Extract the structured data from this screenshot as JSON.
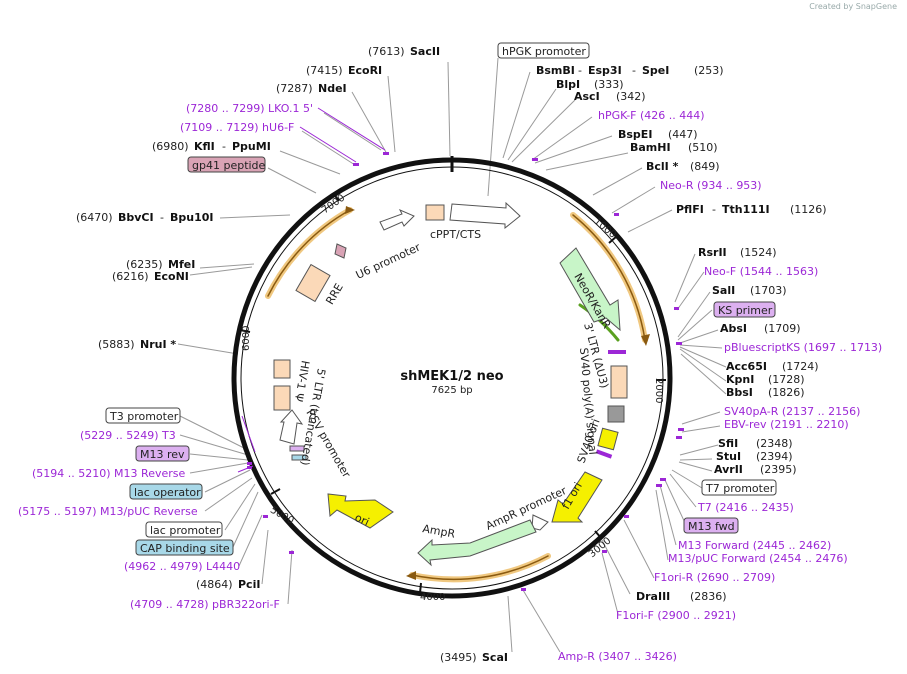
{
  "app": {
    "created_by": "Created by",
    "brand": "SnapGene"
  },
  "plasmid": {
    "name": "shMEK1/2 neo",
    "length": "7625 bp"
  },
  "ticks": [
    "1000",
    "2000",
    "3000",
    "4000",
    "5000",
    "6000",
    "7000"
  ],
  "sites": {
    "sacII": {
      "pos": "(7613)",
      "name": "SacII"
    },
    "ecoRI": {
      "pos": "(7415)",
      "name": "EcoRI"
    },
    "ndeI": {
      "pos": "(7287)",
      "name": "NdeI"
    },
    "lko": {
      "text": "(7280 .. 7299)  LKO.1 5'"
    },
    "hu6f": {
      "text": "(7109 .. 7129)  hU6-F"
    },
    "kflI": {
      "pos": "(6980)",
      "name": "KflI",
      "name2": "PpuMI"
    },
    "bbvCI": {
      "pos": "(6470)",
      "name": "BbvCI",
      "name2": "Bpu10I"
    },
    "mfeI": {
      "pos": "(6235)",
      "name": "MfeI"
    },
    "ecoNI": {
      "pos": "(6216)",
      "name": "EcoNI"
    },
    "nruI": {
      "pos": "(5883)",
      "name": "NruI *"
    },
    "t3": {
      "text": "(5229 .. 5249)  T3"
    },
    "m13rev": {
      "text": "(5194 .. 5210)  M13 Reverse"
    },
    "m13puc": {
      "text": "(5175 .. 5197)  M13/pUC Reverse"
    },
    "l4440": {
      "text": "(4962 .. 4979)  L4440"
    },
    "pciI": {
      "pos": "(4864)",
      "name": "PciI"
    },
    "pbr": {
      "text": "(4709 .. 4728)  pBR322ori-F"
    },
    "scaI": {
      "pos": "(3495)",
      "name": "ScaI"
    },
    "ampr": {
      "text": "Amp-R    (3407 .. 3426)"
    },
    "bsmBI": {
      "name": "BsmBI",
      "name2": "Esp3I",
      "name3": "SpeI",
      "pos": "(253)"
    },
    "blpI": {
      "name": "BlpI",
      "pos": "(333)"
    },
    "ascI": {
      "name": "AscI",
      "pos": "(342)"
    },
    "hpgkf": {
      "text": "hPGK-F    (426 .. 444)"
    },
    "bspEI": {
      "name": "BspEI",
      "pos": "(447)"
    },
    "bamHI": {
      "name": "BamHI",
      "pos": "(510)"
    },
    "bclI": {
      "name": "BclI *",
      "pos": "(849)"
    },
    "neor": {
      "text": "Neo-R    (934 .. 953)"
    },
    "pflFI": {
      "name": "PflFI",
      "name2": "Tth111I",
      "pos": "(1126)"
    },
    "rsrII": {
      "name": "RsrII",
      "pos": "(1524)"
    },
    "neof": {
      "text": "Neo-F    (1544 .. 1563)"
    },
    "salI": {
      "name": "SalI",
      "pos": "(1703)"
    },
    "absI": {
      "name": "AbsI",
      "pos": "(1709)"
    },
    "pblue": {
      "text": "pBluescriptKS    (1697 .. 1713)"
    },
    "acc65I": {
      "name": "Acc65I",
      "pos": "(1724)"
    },
    "kpnI": {
      "name": "KpnI",
      "pos": "(1728)"
    },
    "bbsI": {
      "name": "BbsI",
      "pos": "(1826)"
    },
    "sv40pa": {
      "text": "SV40pA-R    (2137 .. 2156)"
    },
    "ebv": {
      "text": "EBV-rev    (2191 .. 2210)"
    },
    "sfiI": {
      "name": "SfiI",
      "pos": "(2348)"
    },
    "stuI": {
      "name": "StuI",
      "pos": "(2394)"
    },
    "avrII": {
      "name": "AvrII",
      "pos": "(2395)"
    },
    "t7": {
      "text": "T7    (2416 .. 2435)"
    },
    "m13fwd": {
      "text": "M13 Forward    (2445 .. 2462)"
    },
    "m13pucf": {
      "text": "M13/pUC Forward    (2454 .. 2476)"
    },
    "f1orir": {
      "text": "F1ori-R    (2690 .. 2709)"
    },
    "draIII": {
      "name": "DraIII",
      "pos": "(2836)"
    },
    "f1orif": {
      "text": "F1ori-F    (2900 .. 2921)"
    }
  },
  "boxes": {
    "hpgk_promoter": "hPGK promoter",
    "gp41": "gp41 peptide",
    "t3_promoter": "T3 promoter",
    "m13_rev": "M13 rev",
    "lac_operator": "lac operator",
    "lac_promoter": "lac promoter",
    "cap": "CAP binding site",
    "ks_primer": "KS primer",
    "t7_promoter": "T7 promoter",
    "m13_fwd": "M13 fwd"
  },
  "features": {
    "u6": "U6 promoter",
    "cppt": "cPPT/CTS",
    "rre": "RRE",
    "ltr5": "5' LTR (truncated)",
    "hiv": "HIV-1 Ψ",
    "rsv": "RSV promoter",
    "neokan": "NeoR/KanR",
    "ltr3": "3' LTR (ΔU3)",
    "sv40pa": "SV40 poly(A) signal",
    "sv40ori": "SV40 ori",
    "f1ori": "f1 ori",
    "amprprom": "AmpR promoter",
    "ampr": "AmpR",
    "ori": "ori"
  },
  "colors": {
    "enzyme_line": "#9a9a9a",
    "primer": "#9c27d6",
    "feature_orange": "#c98a2e",
    "feature_green": "#c8f5c8",
    "feature_yellow": "#f5f000",
    "box_pink": "#d9a3b5",
    "box_blue": "#a8d8e8",
    "box_purple": "#dcb0f0"
  }
}
